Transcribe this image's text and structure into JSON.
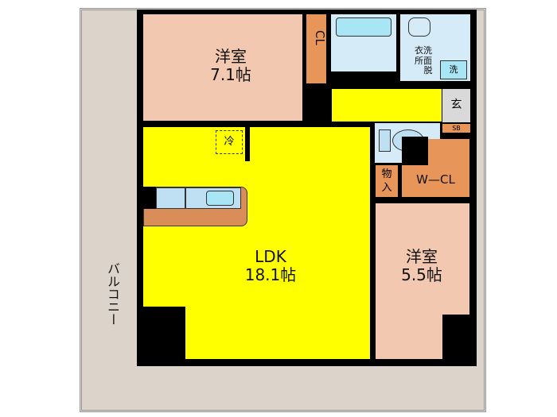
{
  "colors": {
    "wall": "#000000",
    "western": "#f2c9b0",
    "ldk": "#ffff00",
    "closet": "#e8955a",
    "wet": "#d5ebf7",
    "entrance": "#d9d9d9",
    "balcony": "#dcd3cb"
  },
  "rooms": {
    "western1": {
      "name": "洋室",
      "size": "7.1帖"
    },
    "ldk": {
      "name": "LDK",
      "size": "18.1帖"
    },
    "western2": {
      "name": "洋室",
      "size": "5.5帖"
    },
    "closet": "CL",
    "washroom": [
      "洗",
      "面",
      "所",
      "衣",
      "脱"
    ],
    "washer": "洗",
    "entrance": "玄",
    "shoebox": "SB",
    "storage": [
      "物",
      "入"
    ],
    "walkin": "W—CL",
    "fridge": "冷",
    "balcony": "バルコニー"
  }
}
